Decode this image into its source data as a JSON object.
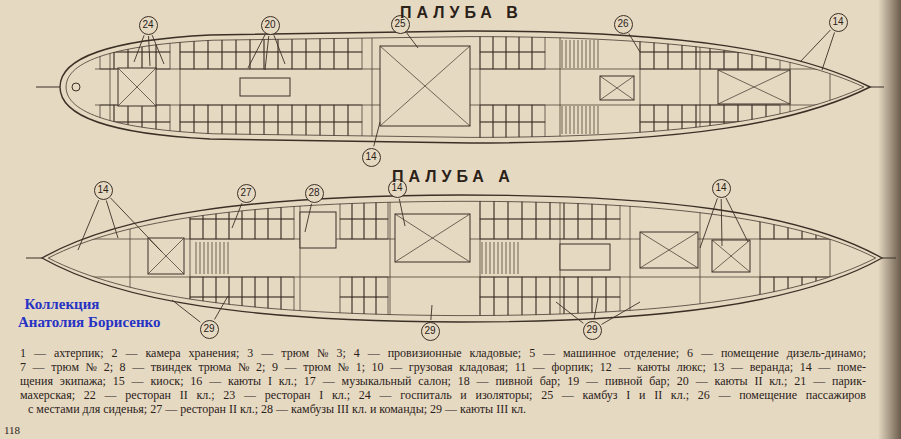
{
  "diagram": {
    "nodes": [
      {
        "text": [
          "24"
        ]
      },
      {
        "text": [
          "20"
        ]
      },
      {
        "text": [
          "25"
        ]
      },
      {
        "text": [
          "26"
        ]
      },
      {
        "text": [
          "14"
        ]
      },
      {
        "text": [
          "14"
        ]
      },
      {
        "text": [
          "14"
        ]
      },
      {
        "text": [
          "27"
        ]
      },
      {
        "text": [
          "28"
        ]
      },
      {
        "text": [
          "14"
        ]
      },
      {
        "text": [
          "14"
        ]
      },
      {
        "text": [
          "29"
        ]
      },
      {
        "text": [
          "29"
        ]
      },
      {
        "text": [
          "29"
        ]
      }
    ],
    "labels": [
      "ПАЛУБА В",
      "ПАЛУБА А",
      "Коллекция",
      "Анатолия Борисенко",
      "1 — ахтерпик; 2 — камера хранения; 3 — трюм № 3; 4 — провизионные кладовые; 5 — машинное отделение; 6 — помещение дизель-динамо;",
      "7 — трюм № 2; 8 — твиндек трюма № 2; 9 — трюм № 1; 10 — грузовая кладовая; 11 — форпик; 12 — каюты люкс; 13 — веранда; 14 — поме-",
      "щения экипажа; 15 — киоск; 16 — каюты I кл.; 17 — музыкальный салон; 18 — пивной бар; 19 — пивной бар; 20 — каюты II кл.; 21 — парик-",
      "махерская; 22 — ресторан II кл.; 23 — ресторан I кл.; 24 — госпиталь и изоляторы; 25 — камбуз I и II кл.; 26 — помещение пассажиров",
      "с местами для сиденья; 27 — ресторан II кл.; 28 — камбузы III кл. и команды; 29 — каюты III кл.",
      "118"
    ]
  }
}
